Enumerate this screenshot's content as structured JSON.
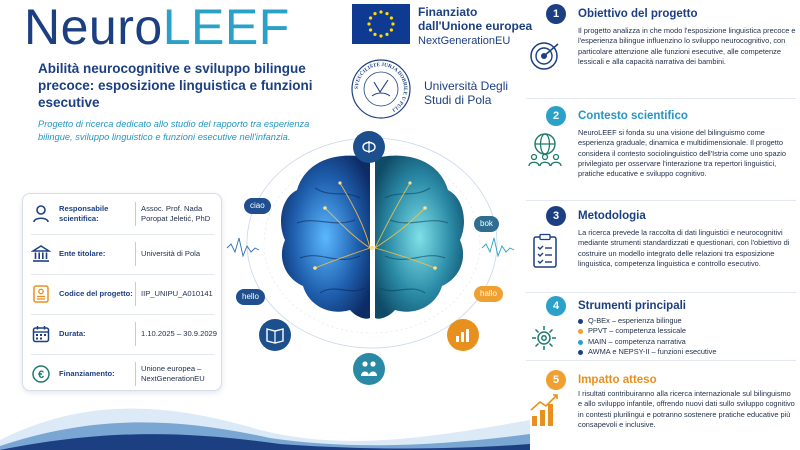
{
  "header": {
    "logo_a": "Neuro",
    "logo_b": "LEEF",
    "subtitle": "Abilità neurocognitive e sviluppo bilingue precoce: esposizione linguistica e funzioni esecutive",
    "intro": "Progetto di ricerca dedicato allo studio del rapporto tra esperienza bilingue, sviluppo linguistico e funzioni esecutive nell'infanzia."
  },
  "eu": {
    "line1": "Finanziato",
    "line2": "dall'Unione europea",
    "line3": "NextGenerationEU"
  },
  "university": {
    "seal_text": "SVEUČILIŠTE JURJA DOBRILE U PULI",
    "name_line1": "Università Degli",
    "name_line2": "Studi di Pola"
  },
  "info": {
    "rows": [
      {
        "icon": "person-icon",
        "label": "Responsabile scientifica:",
        "value": "Assoc. Prof. Nada Poropat Jeletić, PhD"
      },
      {
        "icon": "institution-icon",
        "label": "Ente titolare:",
        "value": "Università di Pola"
      },
      {
        "icon": "id-card-icon",
        "label": "Codice del progetto:",
        "value": "IIP_UNIPU_A010141"
      },
      {
        "icon": "calendar-icon",
        "label": "Durata:",
        "value": "1.10.2025 – 30.9.2029"
      },
      {
        "icon": "euro-icon",
        "label": "Finanziamento:",
        "value": "Unione europea – NextGenerationEU"
      }
    ]
  },
  "bubbles": {
    "ciao": "ciao",
    "hello": "hello",
    "bok": "bok",
    "hallo": "hallo"
  },
  "sections": [
    {
      "number": "1",
      "title": "Obiettivo del progetto",
      "icon": "target-icon",
      "body": "Il progetto analizza in che modo l'esposizione linguistica precoce e l'esperienza bilingue influenzino lo sviluppo neurocognitivo, con particolare attenzione alle funzioni esecutive, alle competenze lessicali e alla capacità narrativa dei bambini."
    },
    {
      "number": "2",
      "title": "Contesto scientifico",
      "icon": "globe-people-icon",
      "body": "NeuroLEEF si fonda su una visione del bilinguismo come esperienza graduale, dinamica e multidimensionale. Il progetto considera il contesto sociolinguistico dell'Istria come uno spazio privilegiato per osservare l'interazione tra repertori linguistici, pratiche educative e sviluppo cognitivo."
    },
    {
      "number": "3",
      "title": "Metodologia",
      "icon": "checklist-icon",
      "body": "La ricerca prevede la raccolta di dati linguistici e neurocognitivi mediante strumenti standardizzati e questionari, con l'obiettivo di costruire un modello integrato delle relazioni tra esposizione linguistica, competenza linguistica e controllo esecutivo."
    },
    {
      "number": "4",
      "title": "Strumenti principali",
      "icon": "gears-icon",
      "tools": [
        {
          "text": "Q-BEx – esperienza bilingue",
          "color": "#1c3f82"
        },
        {
          "text": "PPVT – competenza lessicale",
          "color": "#f0a030"
        },
        {
          "text": "MAIN – competenza narrativa",
          "color": "#2aa1c9"
        },
        {
          "text": "AWMA e NEPSY-II – funzioni esecutive",
          "color": "#1c3f82"
        }
      ]
    },
    {
      "number": "5",
      "title": "Impatto atteso",
      "icon": "growth-chart-icon",
      "body": "I risultati contribuiranno alla ricerca internazionale sul bilinguismo e allo sviluppo infantile, offrendo nuovi dati sullo sviluppo cognitivo in contesti plurilingui e potranno sostenere pratiche educative più consapevoli e inclusive."
    }
  ],
  "colors": {
    "navy": "#1c3f82",
    "teal": "#2aa1c9",
    "orange": "#f0a030"
  }
}
